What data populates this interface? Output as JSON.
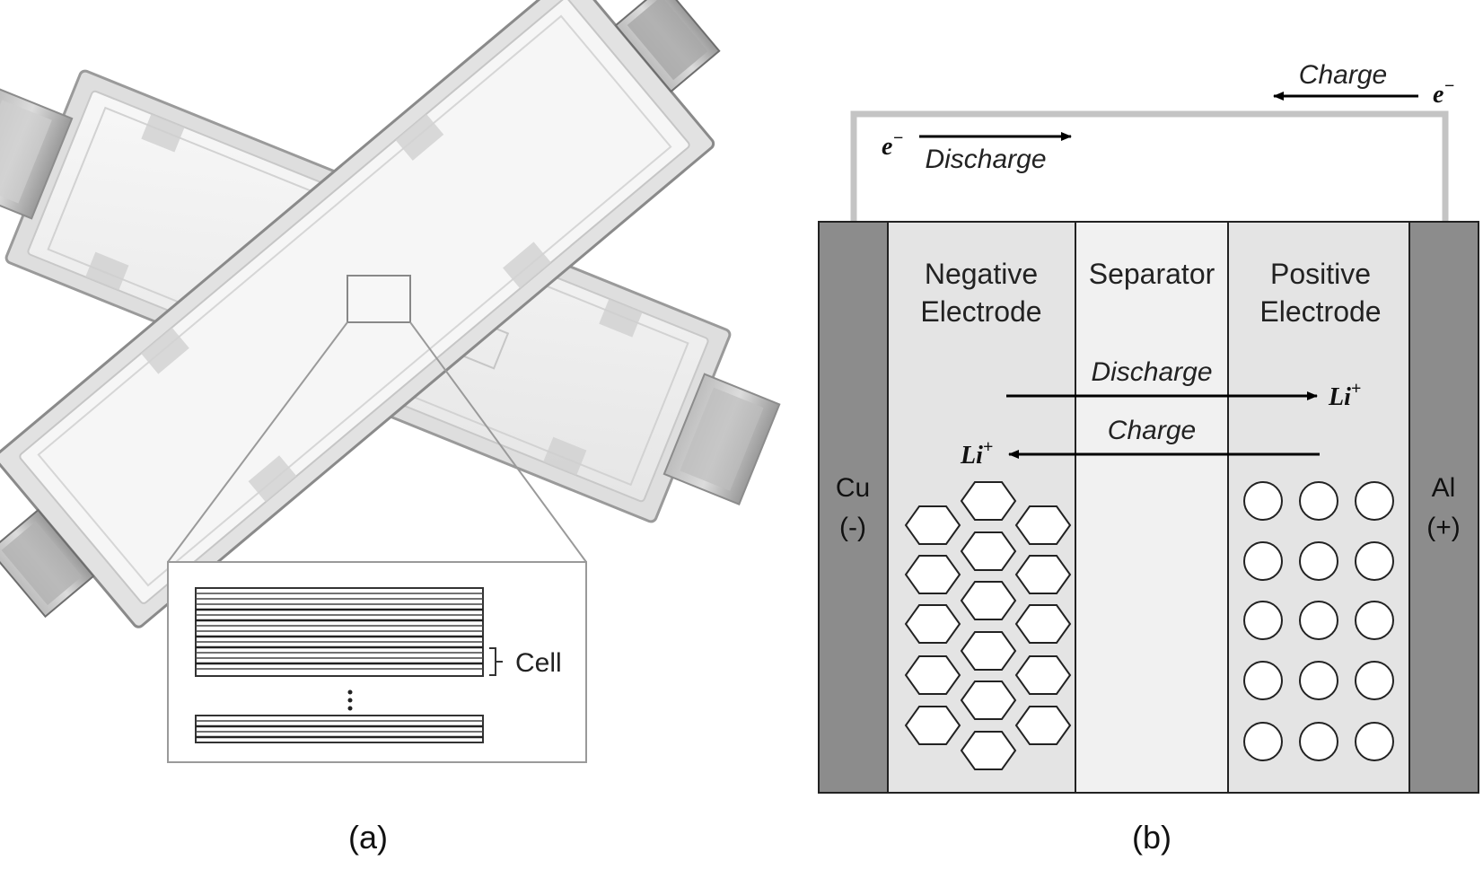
{
  "panel_a": {
    "caption": "(a)",
    "zoom_label": "Cell"
  },
  "panel_b": {
    "caption": "(b)",
    "labels": {
      "cu_terminal": "Cu",
      "cu_sign": "(-)",
      "al_terminal": "Al",
      "al_sign": "(+)",
      "negative_line1": "Negative",
      "negative_line2": "Electrode",
      "separator": "Separator",
      "positive_line1": "Positive",
      "positive_line2": "Electrode",
      "discharge_ion": "Discharge",
      "charge_ion": "Charge",
      "charge_electron": "Charge",
      "discharge_electron": "Discharge",
      "li_ion": "Li",
      "li_charge_sign": "+",
      "electron": "e",
      "electron_sign": "−"
    },
    "colors": {
      "collector": "#8c8c8c",
      "electrode": "#e4e4e4",
      "separator": "#f1f1f1",
      "wire": "#c4c4c4"
    }
  }
}
